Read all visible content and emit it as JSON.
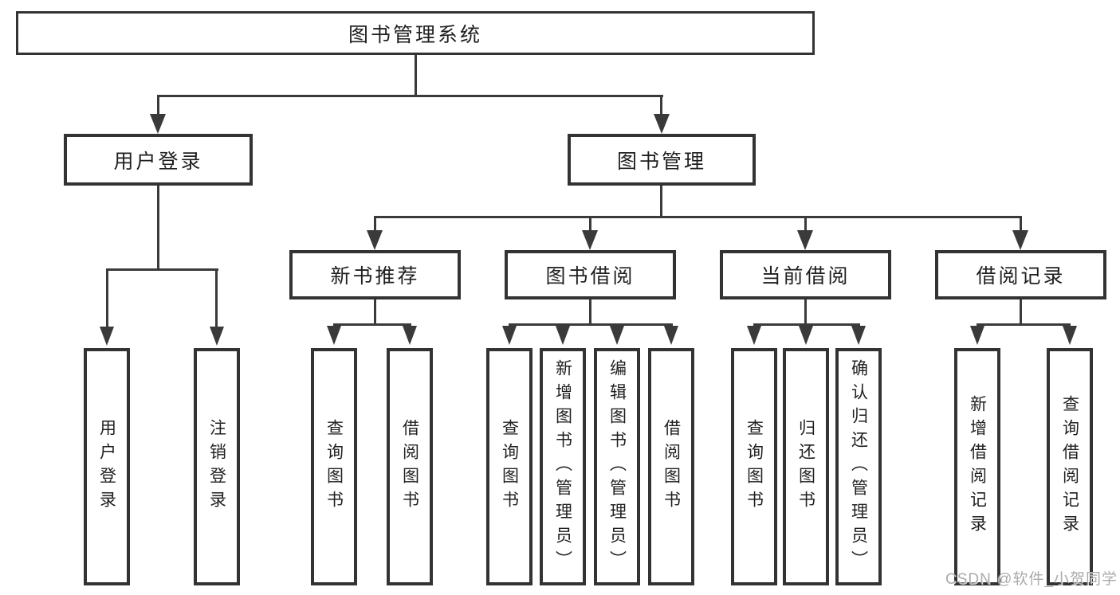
{
  "diagram": {
    "root": {
      "label": "图书管理系统"
    },
    "level2": [
      {
        "id": "user-login",
        "label": "用户登录"
      },
      {
        "id": "book-management",
        "label": "图书管理"
      }
    ],
    "level3": [
      {
        "id": "new-book-recommend",
        "label": "新书推荐"
      },
      {
        "id": "book-borrow",
        "label": "图书借阅"
      },
      {
        "id": "current-borrow",
        "label": "当前借阅"
      },
      {
        "id": "borrow-records",
        "label": "借阅记录"
      }
    ],
    "leaves": [
      {
        "label": "用户登录",
        "parent": "用户登录"
      },
      {
        "label": "注销登录",
        "parent": "用户登录"
      },
      {
        "label": "查询图书",
        "parent": "新书推荐"
      },
      {
        "label": "借阅图书",
        "parent": "新书推荐"
      },
      {
        "label": "查询图书",
        "parent": "图书借阅"
      },
      {
        "label": "新增图书（管理员）",
        "parent": "图书借阅"
      },
      {
        "label": "编辑图书（管理员）",
        "parent": "图书借阅"
      },
      {
        "label": "借阅图书",
        "parent": "图书借阅"
      },
      {
        "label": "查询图书",
        "parent": "当前借阅"
      },
      {
        "label": "归还图书",
        "parent": "当前借阅"
      },
      {
        "label": "确认归还（管理员）",
        "parent": "当前借阅"
      },
      {
        "label": "新增借阅记录",
        "parent": "借阅记录"
      },
      {
        "label": "查询借阅记录",
        "parent": "借阅记录"
      }
    ]
  },
  "watermark": {
    "text": "CSDN @软件_小贺同学"
  },
  "colors": {
    "line": "#3a3a3a",
    "border": "#333333",
    "text": "#1f1f1f",
    "watermark": "#aaaaaa",
    "background": "#ffffff"
  }
}
